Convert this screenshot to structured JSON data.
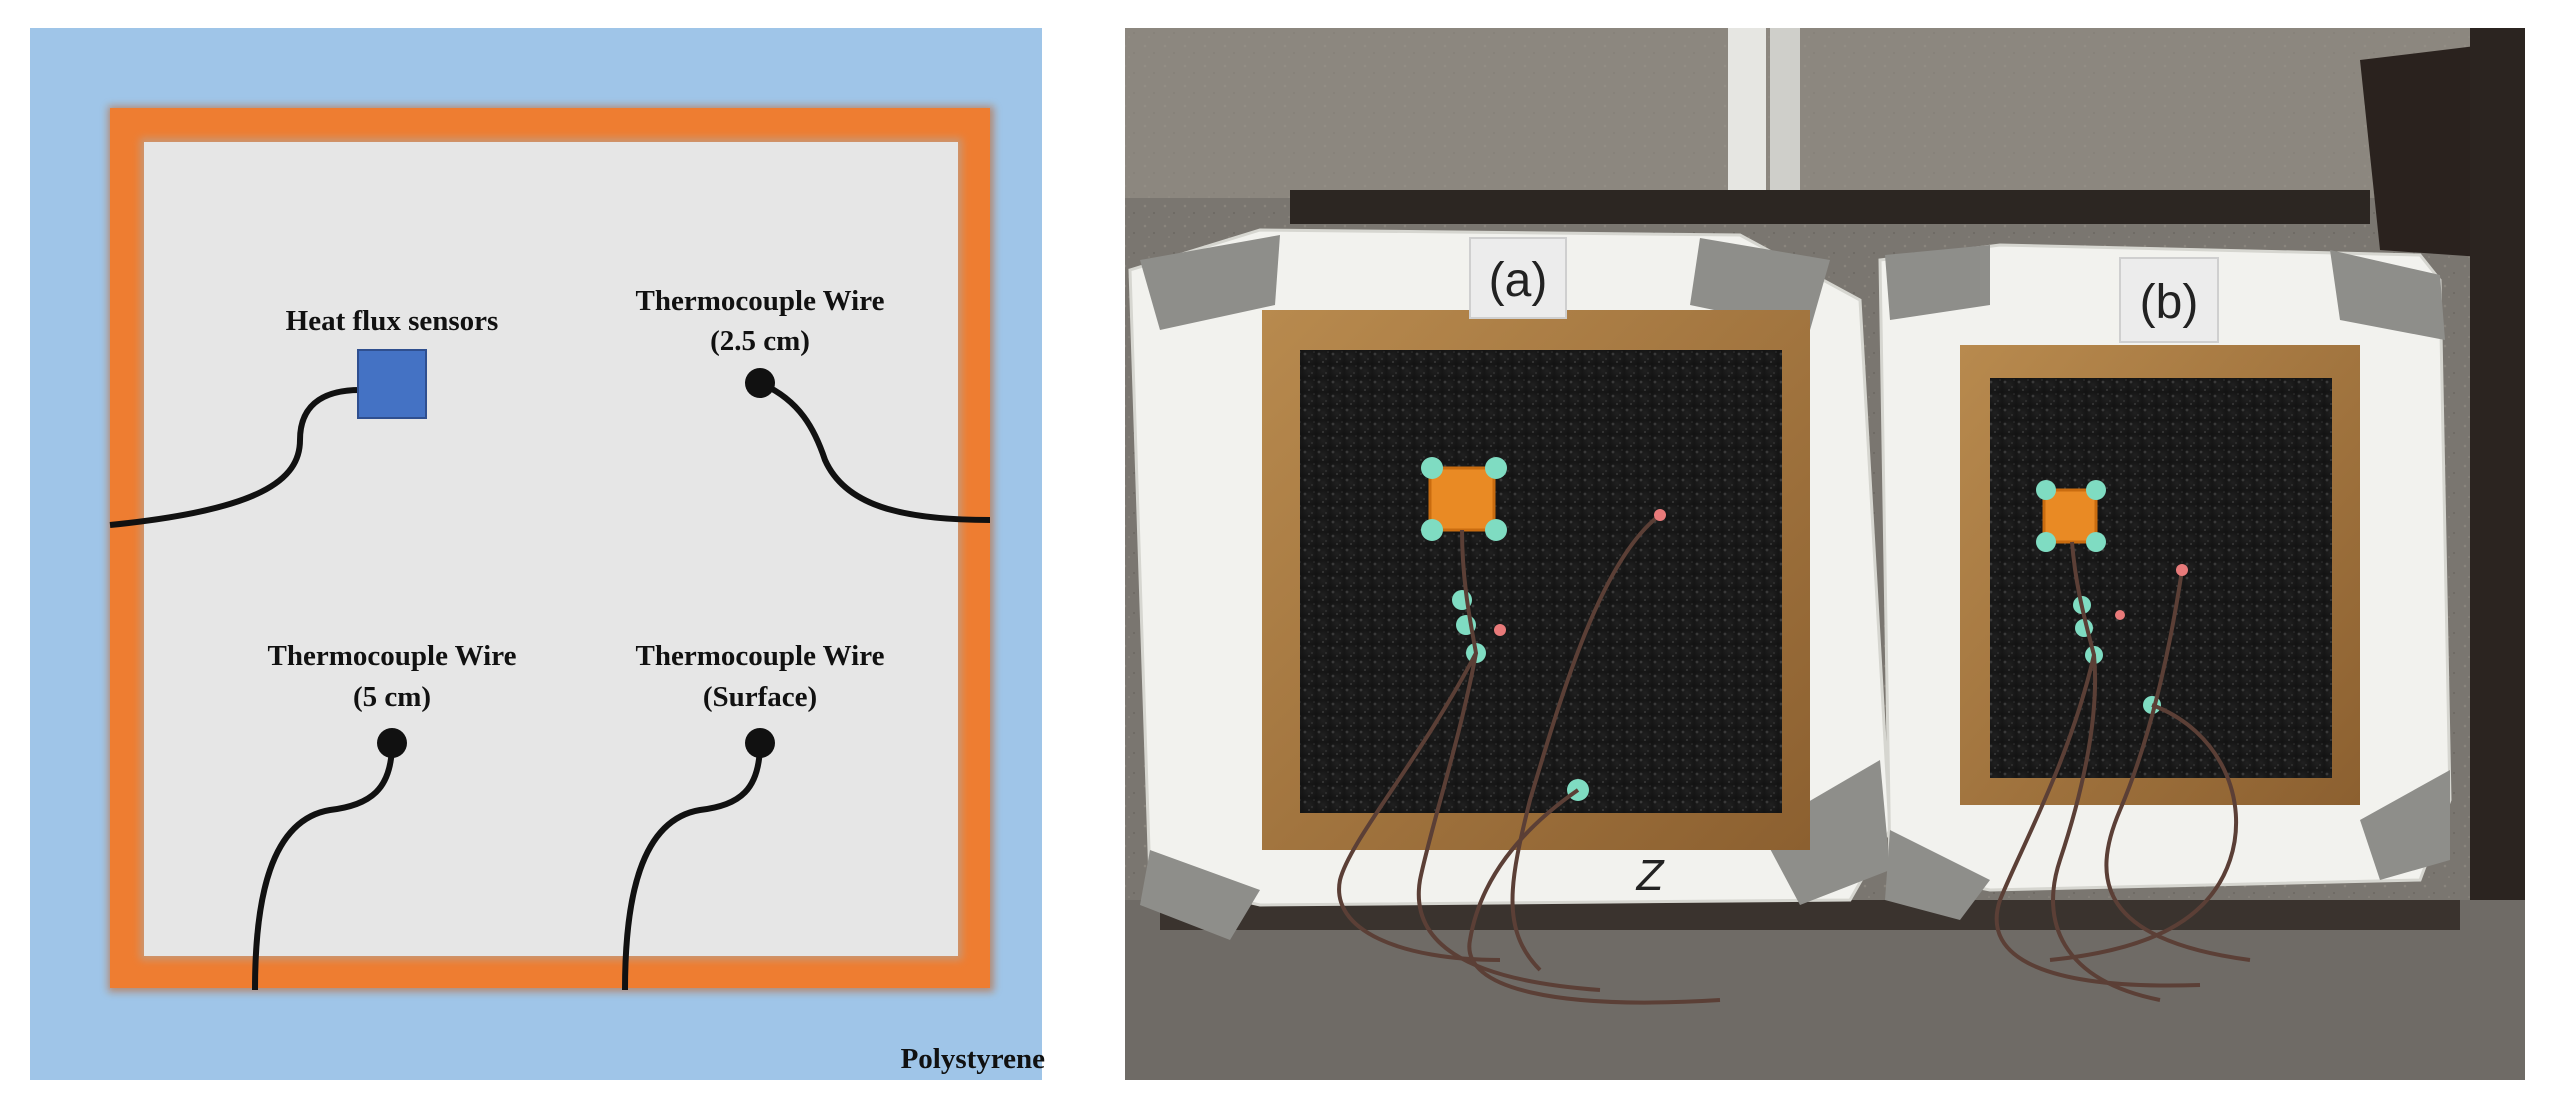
{
  "schematic": {
    "labels": {
      "heat_flux_sensors": "Heat flux sensors",
      "tc_2_5_line1": "Thermocouple Wire",
      "tc_2_5_line2": "(2.5 cm)",
      "tc_5_line1": "Thermocouple Wire",
      "tc_5_line2": "(5 cm)",
      "tc_surface_line1": "Thermocouple Wire",
      "tc_surface_line2": "(Surface)",
      "polystyrene": "Polystyrene"
    },
    "colors": {
      "polystyrene_bg": "#9fc5e8",
      "frame": "#ee7d31",
      "interior": "#e6e6e6",
      "sensor": "#4472c4",
      "wire": "#111111"
    }
  },
  "photo": {
    "panel_a_label": "(a)",
    "panel_b_label": "(b)",
    "box_mark": "Z"
  }
}
